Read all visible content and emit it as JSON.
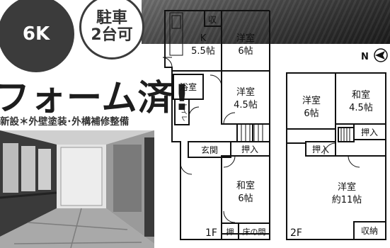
{
  "badges": {
    "layout": "6K",
    "parking_line1": "駐車",
    "parking_line2": "2台可"
  },
  "headline": "フォーム済!",
  "subline": "新設＊外壁塗装･外構補修整備",
  "compass": "N",
  "floor1": {
    "label": "1F",
    "rooms": {
      "kitchen_name": "K",
      "kitchen_size": "5.5帖",
      "western1_name": "洋室",
      "western1_size": "6帖",
      "storage_top": "収",
      "bath": "浴室",
      "western2_name": "洋室",
      "western2_size": "4.5帖",
      "toilet": "トイレ",
      "entrance": "玄関",
      "closet1": "押入",
      "japanese_name": "和室",
      "japanese_size": "6帖",
      "closet2": "押",
      "tokonoma": "床の間"
    }
  },
  "floor2": {
    "label": "2F",
    "rooms": {
      "western1_name": "洋室",
      "western1_size": "6帖",
      "japanese_name": "和室",
      "japanese_size": "4.5帖",
      "closet1": "押入",
      "closet2": "押入",
      "western2_name": "洋室",
      "western2_size": "約11帖",
      "storage": "収納"
    }
  }
}
